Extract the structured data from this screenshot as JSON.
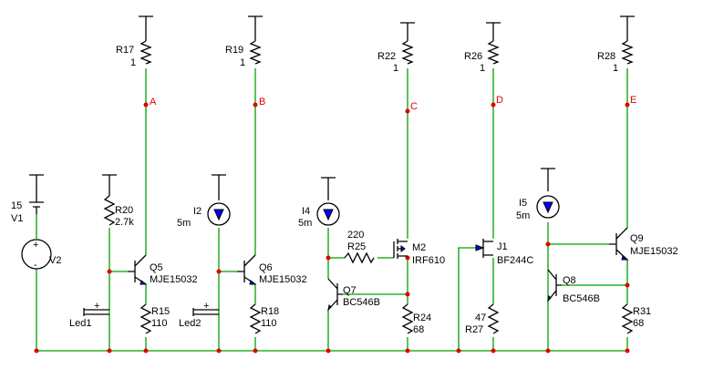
{
  "nodes": [
    "A",
    "B",
    "C",
    "D",
    "E"
  ],
  "components": {
    "v1": {
      "name": "V1",
      "value": "15"
    },
    "v2": {
      "name": "V2"
    },
    "r20": {
      "name": "R20",
      "value": "2.7k"
    },
    "led1": {
      "name": "Led1"
    },
    "r17": {
      "name": "R17",
      "value": "1"
    },
    "q5": {
      "name": "Q5",
      "model": "MJE15032"
    },
    "r15": {
      "name": "R15",
      "value": "110"
    },
    "i2": {
      "name": "I2",
      "value": "5m"
    },
    "led2": {
      "name": "Led2"
    },
    "r19": {
      "name": "R19",
      "value": "1"
    },
    "q6": {
      "name": "Q6",
      "model": "MJE15032"
    },
    "r18": {
      "name": "R18",
      "value": "110"
    },
    "i4": {
      "name": "I4",
      "value": "5m"
    },
    "r25": {
      "name": "R25",
      "value": "220"
    },
    "q7": {
      "name": "Q7",
      "model": "BC546B"
    },
    "r22": {
      "name": "R22",
      "value": "1"
    },
    "m2": {
      "name": "M2",
      "model": "IRF610"
    },
    "r24": {
      "name": "R24",
      "value": "68"
    },
    "r26": {
      "name": "R26",
      "value": "1"
    },
    "j1": {
      "name": "J1",
      "model": "BF244C"
    },
    "r27": {
      "name": "R27",
      "value": "47"
    },
    "i5": {
      "name": "I5",
      "value": "5m"
    },
    "q8": {
      "name": "Q8",
      "model": "BC546B"
    },
    "r28": {
      "name": "R28",
      "value": "1"
    },
    "q9": {
      "name": "Q9",
      "model": "MJE15032"
    },
    "r31": {
      "name": "R31",
      "value": "68"
    }
  },
  "polarity": {
    "plus": "+",
    "minus": "-"
  }
}
